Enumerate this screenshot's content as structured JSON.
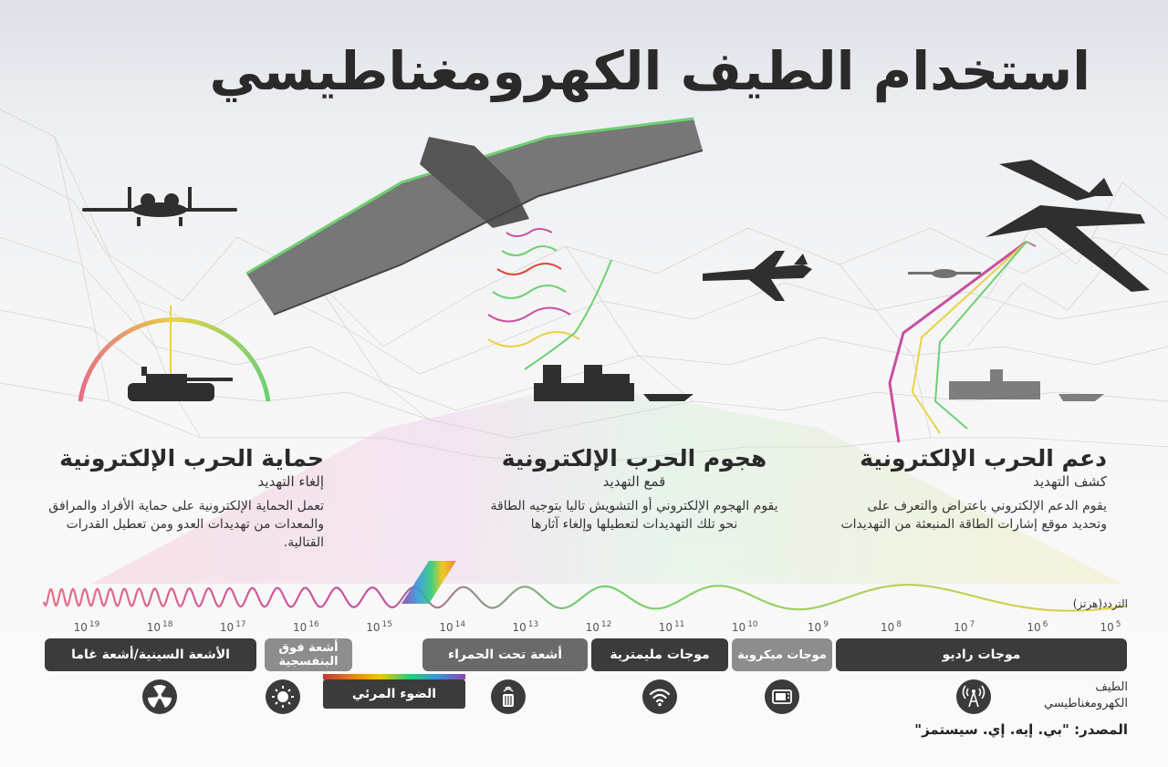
{
  "title": "استخدام الطيف الكهرومغناطيسي",
  "sections": {
    "protect": {
      "heading": "حماية الحرب الإلكترونية",
      "subheading": "إلغاء التهديد",
      "body": "تعمل الحماية الإلكترونية على حماية الأفراد والمرافق والمعدات من تهديدات العدو ومن تعطيل القدرات القتالية."
    },
    "attack": {
      "heading": "هجوم الحرب الإلكترونية",
      "subheading": "قمع التهديد",
      "body": "يقوم الهجوم الإلكتروني أو التشويش تاليا بتوجيه الطاقة نحو تلك التهديدات لتعطيلها وإلغاء آثارها"
    },
    "support": {
      "heading": "دعم الحرب الإلكترونية",
      "subheading": "كشف التهديد",
      "body": "يقوم الدعم الإلكتروني باعتراض والتعرف على وتحديد موقع إشارات الطاقة المنبعثة من التهديدات"
    }
  },
  "frequency_label": "التردد(هرتز)",
  "ticks": [
    {
      "base": "10",
      "exp": "19"
    },
    {
      "base": "10",
      "exp": "18"
    },
    {
      "base": "10",
      "exp": "17"
    },
    {
      "base": "10",
      "exp": "16"
    },
    {
      "base": "10",
      "exp": "15"
    },
    {
      "base": "10",
      "exp": "14"
    },
    {
      "base": "10",
      "exp": "13"
    },
    {
      "base": "10",
      "exp": "12"
    },
    {
      "base": "10",
      "exp": "11"
    },
    {
      "base": "10",
      "exp": "10"
    },
    {
      "base": "10",
      "exp": "9"
    },
    {
      "base": "10",
      "exp": "8"
    },
    {
      "base": "10",
      "exp": "7"
    },
    {
      "base": "10",
      "exp": "6"
    },
    {
      "base": "10",
      "exp": "5"
    }
  ],
  "bands": {
    "gamma": "الأشعة السينية/أشعة غاما",
    "uv": "أشعة فوق البنفسجية",
    "infrared": "أشعة تحت الحمراء",
    "millimeter": "موجات مليمترية",
    "microwave": "موجات ميكروية",
    "radio": "موجات راديو",
    "visible": "الضوء المرئي"
  },
  "icons": {
    "gamma": "radiation-icon",
    "uv": "sun-icon",
    "infrared": "heater-icon",
    "millimeter": "wifi-icon",
    "microwave": "microwave-oven-icon",
    "radio": "radio-tower-icon"
  },
  "spectrum_label": "الطيف الكهرومغناطيسي",
  "source": "المصدر: \"بي. إيه. إي. سيستمز\"",
  "colors": {
    "dark_band": "#3b3b3b",
    "mid_band": "#6a6a6a",
    "light_band": "#8d8d8d",
    "wave_green": "#6fcf73",
    "wave_magenta": "#c94fa0",
    "wave_yellow": "#e8d24a",
    "wave_red": "#d9483b"
  }
}
